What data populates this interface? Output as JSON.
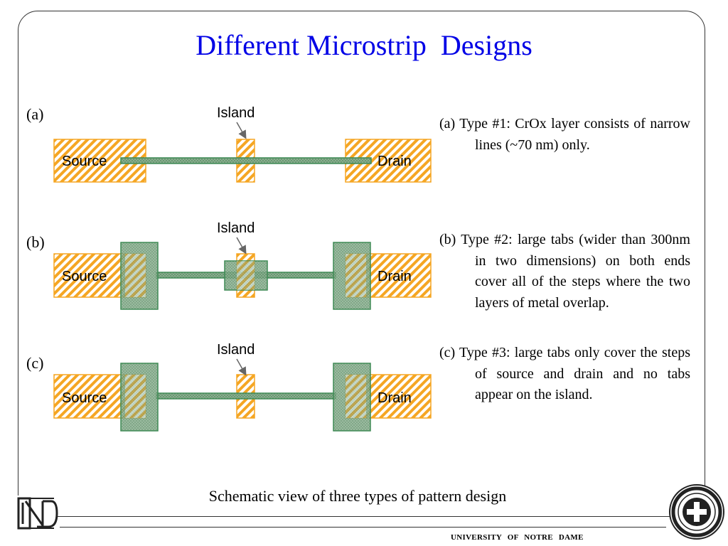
{
  "title": "Different Microstrip  Designs",
  "panels": [
    {
      "label": "(a)",
      "source": "Source",
      "drain": "Drain",
      "island": "Island"
    },
    {
      "label": "(b)",
      "source": "Source",
      "drain": "Drain",
      "island": "Island"
    },
    {
      "label": "(c)",
      "source": "Source",
      "drain": "Drain",
      "island": "Island"
    }
  ],
  "descriptions": [
    "(a) Type #1: CrOx layer consists of narrow lines (~70 nm) only.",
    "(b) Type #2: large tabs (wider than 300nm in two dimensions) on both ends cover all of the steps where the two layers of metal overlap.",
    "(c) Type #3: large tabs only cover the steps of source and drain and no tabs appear on the island."
  ],
  "caption": "Schematic view of three types of pattern design",
  "footer": "UNIVERSITY OF NOTRE DAME",
  "colors": {
    "title": "#0000e6",
    "metal": "#f5a623",
    "crox": "#5a9e6f"
  },
  "logos": {
    "left": "nd-monogram-logo",
    "right": "university-seal-logo"
  }
}
